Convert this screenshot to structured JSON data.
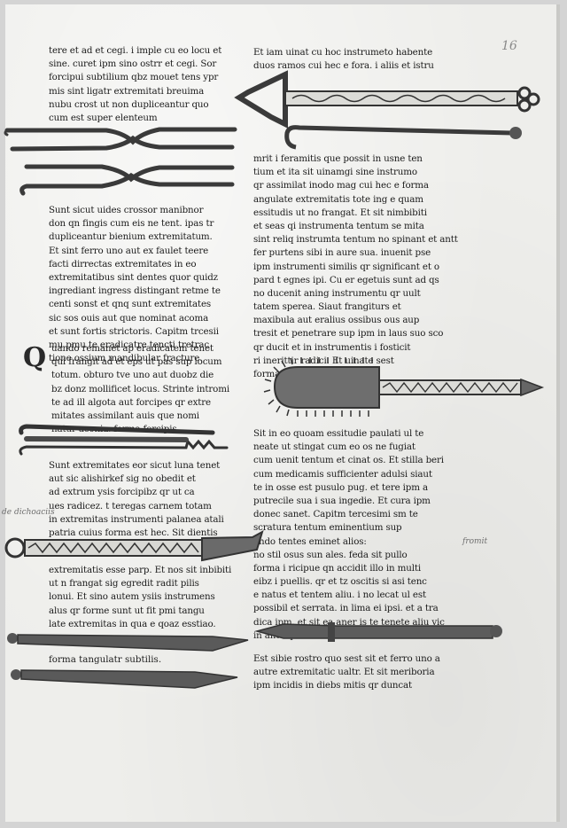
{
  "folio_number": "16",
  "left_column": {
    "block1": [
      "tere et ad et cegi. i imple cu eo locu et",
      "sine. curet ipm sino ostrr et cegi. Sor",
      "forcipui subtilium qbz mouet tens ypr",
      "mis sint ligatr extremitati breuima",
      "nubu crost ut non dupliceantur quo",
      "cum est super elenteum"
    ],
    "block2": [
      "Sunt sicut uides crossor manibnor",
      "don qn fingis cum eis ne tent. ipas tr",
      "dupliceantur bienium extremitatum.",
      "Et sint ferro uno aut ex faulet teere",
      "facti dirrectas extremitates in eo",
      "extremitatibus sint dentes quor quidz",
      "ingrediant ingress distingant retme te",
      "centi sonst et qnq sunt extremitates",
      "sic sos ouis aut que nominat acoma",
      "et sunt fortis strictoris. Capitm trcesii",
      "mu pmu te eradicatre tencti tretrac",
      "tione ossium mandibular fracture."
    ],
    "block3": [
      "uando remanet ap eradicatem tenet",
      "qui frangit ad et eps ut pas sup locum",
      "totum. obturo tve uno aut duobz die",
      "bz donz mollificet locus. Strinte intromi",
      "te ad ill algota aut forcipes qr extre",
      "mitates assimilant auis que nomi",
      "natur aconia. forma forcipis"
    ],
    "block4": [
      "Sunt extremitates eor sicut luna tenet",
      "aut sic alishirkef sig no obedit et",
      "ad extrum ysis forcipibz qr ut ca",
      "ues radicez. t teregas carnem totam",
      "in extremitas instrumenti palanea atali",
      "patria cuius forma est hec. Sit dientis"
    ],
    "block5": [
      "extremitatis esse parp. Et nos sit inbibiti",
      "ut n frangat sig egredit radit pilis",
      "lonui. Et sino autem ysiis instrumens",
      "alus qr forme sunt ut fit pmi tangu",
      "late extremitas in qua e qoaz esstiao."
    ],
    "caption_bottom": "forma tangulatr subtilis.",
    "margin_note": "de dichoaciis"
  },
  "right_column": {
    "block1": [
      "Et iam uinat cu hoc instrumeto habente",
      "duos ramos cui hec e fora. i aliis et istru"
    ],
    "block2": [
      "mrit i feramitis que possit in usne ten",
      "tium et ita sit uinamgi sine instrumo",
      "qr assimilat inodo mag cui hec e forma",
      "angulate extremitatis tote ing e quam",
      "essitudis ut no frangat. Et sit nimbibiti",
      "et seas qi instrumenta tentum se mita",
      "sint reliq instrumta tentum no spinant et antt",
      "fer purtens sibi in aure sua. inuenit pse",
      "ipm instrumenti similis qr significant et o",
      "pard t egnes ipi. Cu er egetuis sunt ad qs",
      "no ducenit aning instrumentu qr uult",
      "tatem sperea. Siaut frangiturs et",
      "maxibula aut eralius ossibus ous aup",
      "tresit et penetrare sup ipm in laus suo sco",
      "qr ducit et in instrumentis i fosticit",
      "ri inerittir radici. Et uinate sest",
      "forma est hec"
    ],
    "block3": [
      "Sit in eo quoam essitudie paulati ul te",
      "neate ut stingat cum eo os ne fugiat",
      "cum uenit tentum et cinat os. Et stilla beri",
      "cum medicamis sufficienter adulsi siaut",
      "te in osse est pusulo pug. et tere ipm a",
      "putrecile sua i sua ingedie. Et cura ipm",
      "donec sanet. Capitm tercesimi sm te",
      "scratura tentum eminentium sup",
      "ando tentes eminet alios:",
      "no stil osus sun ales. feda sit pullo",
      "forma i ricipue qn accidit illo in multi",
      "eibz i puellis. qr et tz oscitis si asi tenc",
      "e natus et tentem aliu. i no lecat ul est",
      "possibil et serrata. in lima ei ipsi. et a tra",
      "dica ipm. et sit ea aner is te tenete aliu vic",
      "in ante ipm esisto instrumto cui hec e forma."
    ],
    "block4": [
      "Est sibie rostro quo sest sit et ferro uno a",
      "autre extremitatic ualtr. Et sit meriboria",
      "ipm incidis in diebs mitis qr duncat"
    ],
    "margin_note": "fromit"
  }
}
